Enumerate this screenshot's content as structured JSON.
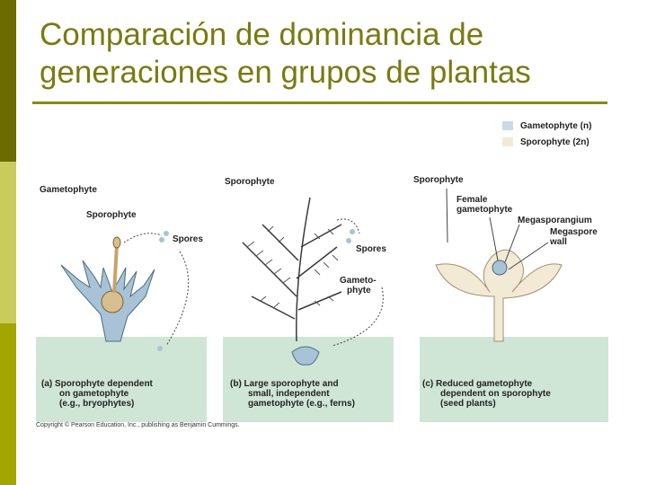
{
  "title_lines": [
    "Comparación de dominancia de",
    "generaciones en grupos de plantas"
  ],
  "legend": [
    {
      "label": "Gametophyte (n)",
      "color": "#c9d9e6"
    },
    {
      "label": "Sporophyte (2n)",
      "color": "#f3ead6"
    }
  ],
  "panel_a": {
    "label_gametophyte": "Gametophyte",
    "label_sporophyte": "Sporophyte",
    "label_spores": "Spores",
    "caption": [
      "(a) Sporophyte dependent",
      "on gametophyte",
      "(e.g., bryophytes)"
    ]
  },
  "panel_b": {
    "label_sporophyte": "Sporophyte",
    "label_spores": "Spores",
    "label_gametophyte": [
      "Gameto-",
      "phyte"
    ],
    "caption": [
      "(b) Large sporophyte and",
      "small, independent",
      "gametophyte (e.g., ferns)"
    ]
  },
  "panel_c": {
    "label_sporophyte": "Sporophyte",
    "label_female": [
      "Female",
      "gametophyte"
    ],
    "label_megasporangium": "Megasporangium",
    "label_megaspore": [
      "Megaspore",
      "wall"
    ],
    "caption": [
      "(c) Reduced gametophyte",
      "dependent on sporophyte",
      "(seed plants)"
    ]
  },
  "copyright": "Copyright © Pearson Education, Inc., publishing as Benjamin Cummings.",
  "colors": {
    "ground": "#cfe6d6",
    "gametophyte": "#a9c3d6",
    "sporophyte": "#f3ead6",
    "accent": "#7a7a12"
  }
}
